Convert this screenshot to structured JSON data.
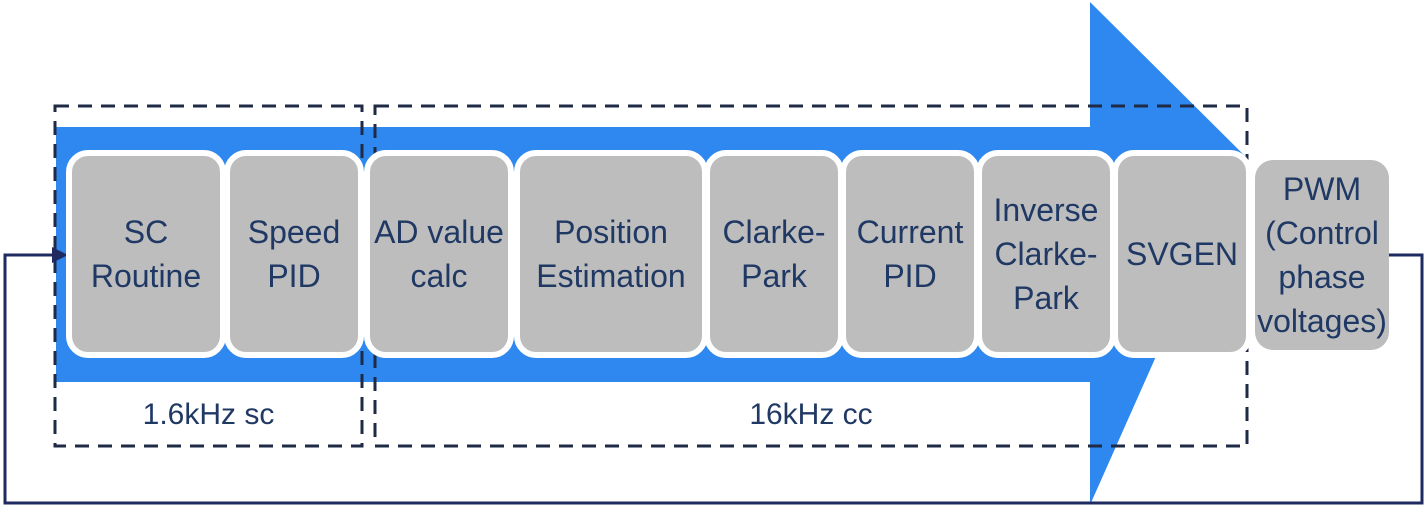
{
  "colors": {
    "arrow": "#2f88f0",
    "block_fill": "#bdbdbd",
    "text": "#1f3864",
    "dash": "#1f2a44",
    "feedback_line": "#1f2a60"
  },
  "domains": {
    "sc": {
      "label": "1.6kHz sc"
    },
    "cc": {
      "label": "16kHz cc"
    }
  },
  "blocks": {
    "sc_routine": {
      "line1": "SC",
      "line2": "Routine"
    },
    "speed_pid": {
      "line1": "Speed",
      "line2": "PID"
    },
    "ad_value_calc": {
      "line1": "AD value",
      "line2": "calc"
    },
    "position_estimation": {
      "line1": "Position",
      "line2": "Estimation"
    },
    "clarke_park": {
      "line1": "Clarke-",
      "line2": "Park"
    },
    "current_pid": {
      "line1": "Current",
      "line2": "PID"
    },
    "inverse_clarke_park": {
      "line1": "Inverse",
      "line2": "Clarke-",
      "line3": "Park"
    },
    "svgen": {
      "line1": "SVGEN"
    },
    "pwm": {
      "line1": "PWM",
      "line2": "(Control",
      "line3": "phase",
      "line4": "voltages)"
    }
  }
}
